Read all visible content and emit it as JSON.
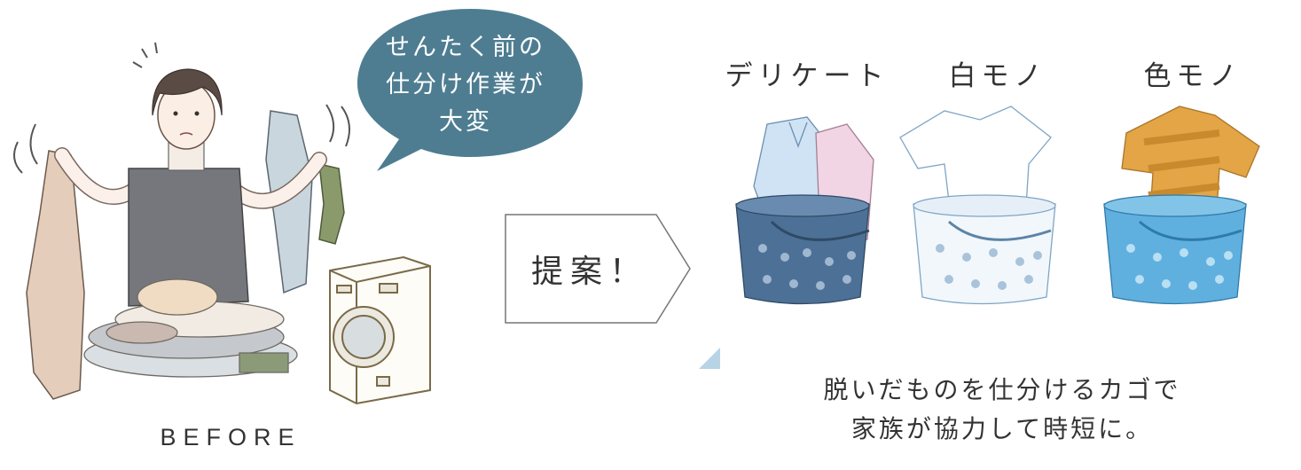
{
  "speech_bubble": {
    "lines": [
      "せんたく前の",
      "仕分け作業が",
      "大変"
    ]
  },
  "before_label": "BEFORE",
  "proposal_label": "提案！",
  "categories": [
    {
      "label": "デリケート"
    },
    {
      "label": "白モノ"
    },
    {
      "label": "色モノ"
    }
  ],
  "bottom_message": {
    "lines": [
      "脱いだものを仕分けるカゴで",
      "家族が協力して時短に。"
    ]
  },
  "colors": {
    "bubble": "#4e7d91",
    "basket_navy": "#4d7096",
    "basket_white": "#f2f7fb",
    "basket_blue": "#5fb0df",
    "shirt_orange": "#e3a545",
    "shirt_blue": "#cfe3f5",
    "shirt_pink": "#f1d5e4"
  }
}
